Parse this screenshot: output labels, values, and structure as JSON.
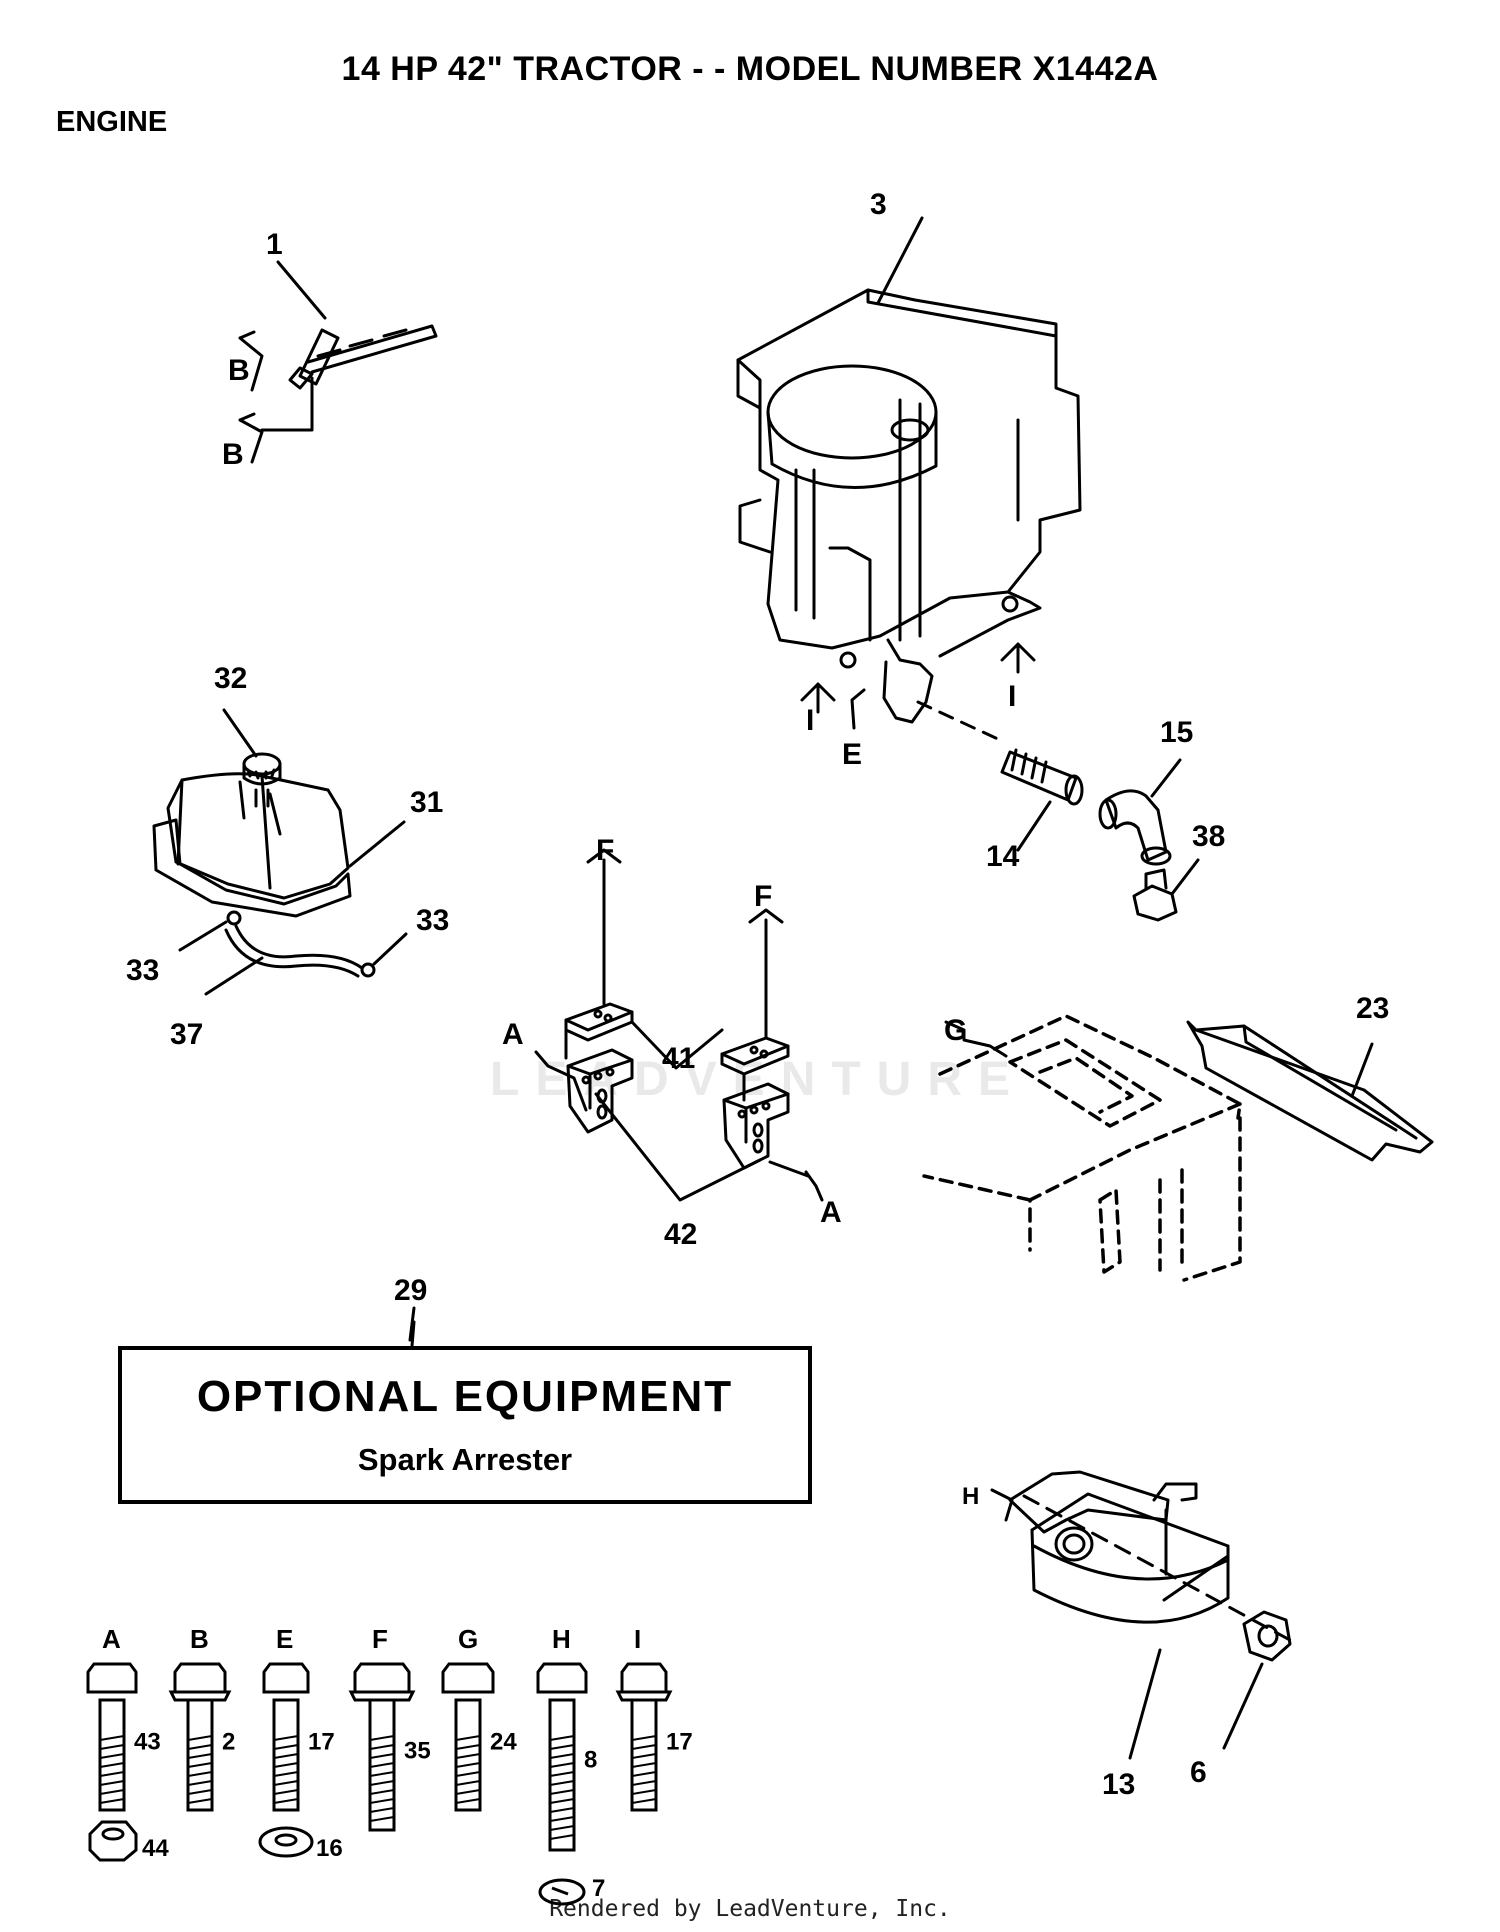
{
  "header": {
    "title": "14 HP 42\" TRACTOR - - MODEL NUMBER X1442A",
    "section": "ENGINE"
  },
  "optional_equipment": {
    "callout": "29",
    "title": "OPTIONAL EQUIPMENT",
    "item": "Spark Arrester"
  },
  "watermark": "LEADVENTURE",
  "footer": "Rendered by LeadVenture, Inc.",
  "callouts": {
    "c1": "1",
    "c3": "3",
    "c32": "32",
    "c31": "31",
    "c33a": "33",
    "c33b": "33",
    "c37": "37",
    "c15": "15",
    "c14": "14",
    "c38": "38",
    "c41": "41",
    "c42": "42",
    "c23": "23",
    "c13": "13",
    "c6": "6"
  },
  "fastener_refs": {
    "b1": "B",
    "b2": "B",
    "i1": "I",
    "i2": "I",
    "e1": "E",
    "f1": "F",
    "f2": "F",
    "a1": "A",
    "a2": "A",
    "g1": "G",
    "h1": "H"
  },
  "hardware": [
    {
      "letter": "A",
      "part": "43",
      "extra": "44"
    },
    {
      "letter": "B",
      "part": "2",
      "extra": ""
    },
    {
      "letter": "E",
      "part": "17",
      "extra": "16"
    },
    {
      "letter": "F",
      "part": "35",
      "extra": ""
    },
    {
      "letter": "G",
      "part": "24",
      "extra": ""
    },
    {
      "letter": "H",
      "part": "8",
      "extra": "7"
    },
    {
      "letter": "I",
      "part": "17",
      "extra": ""
    }
  ]
}
